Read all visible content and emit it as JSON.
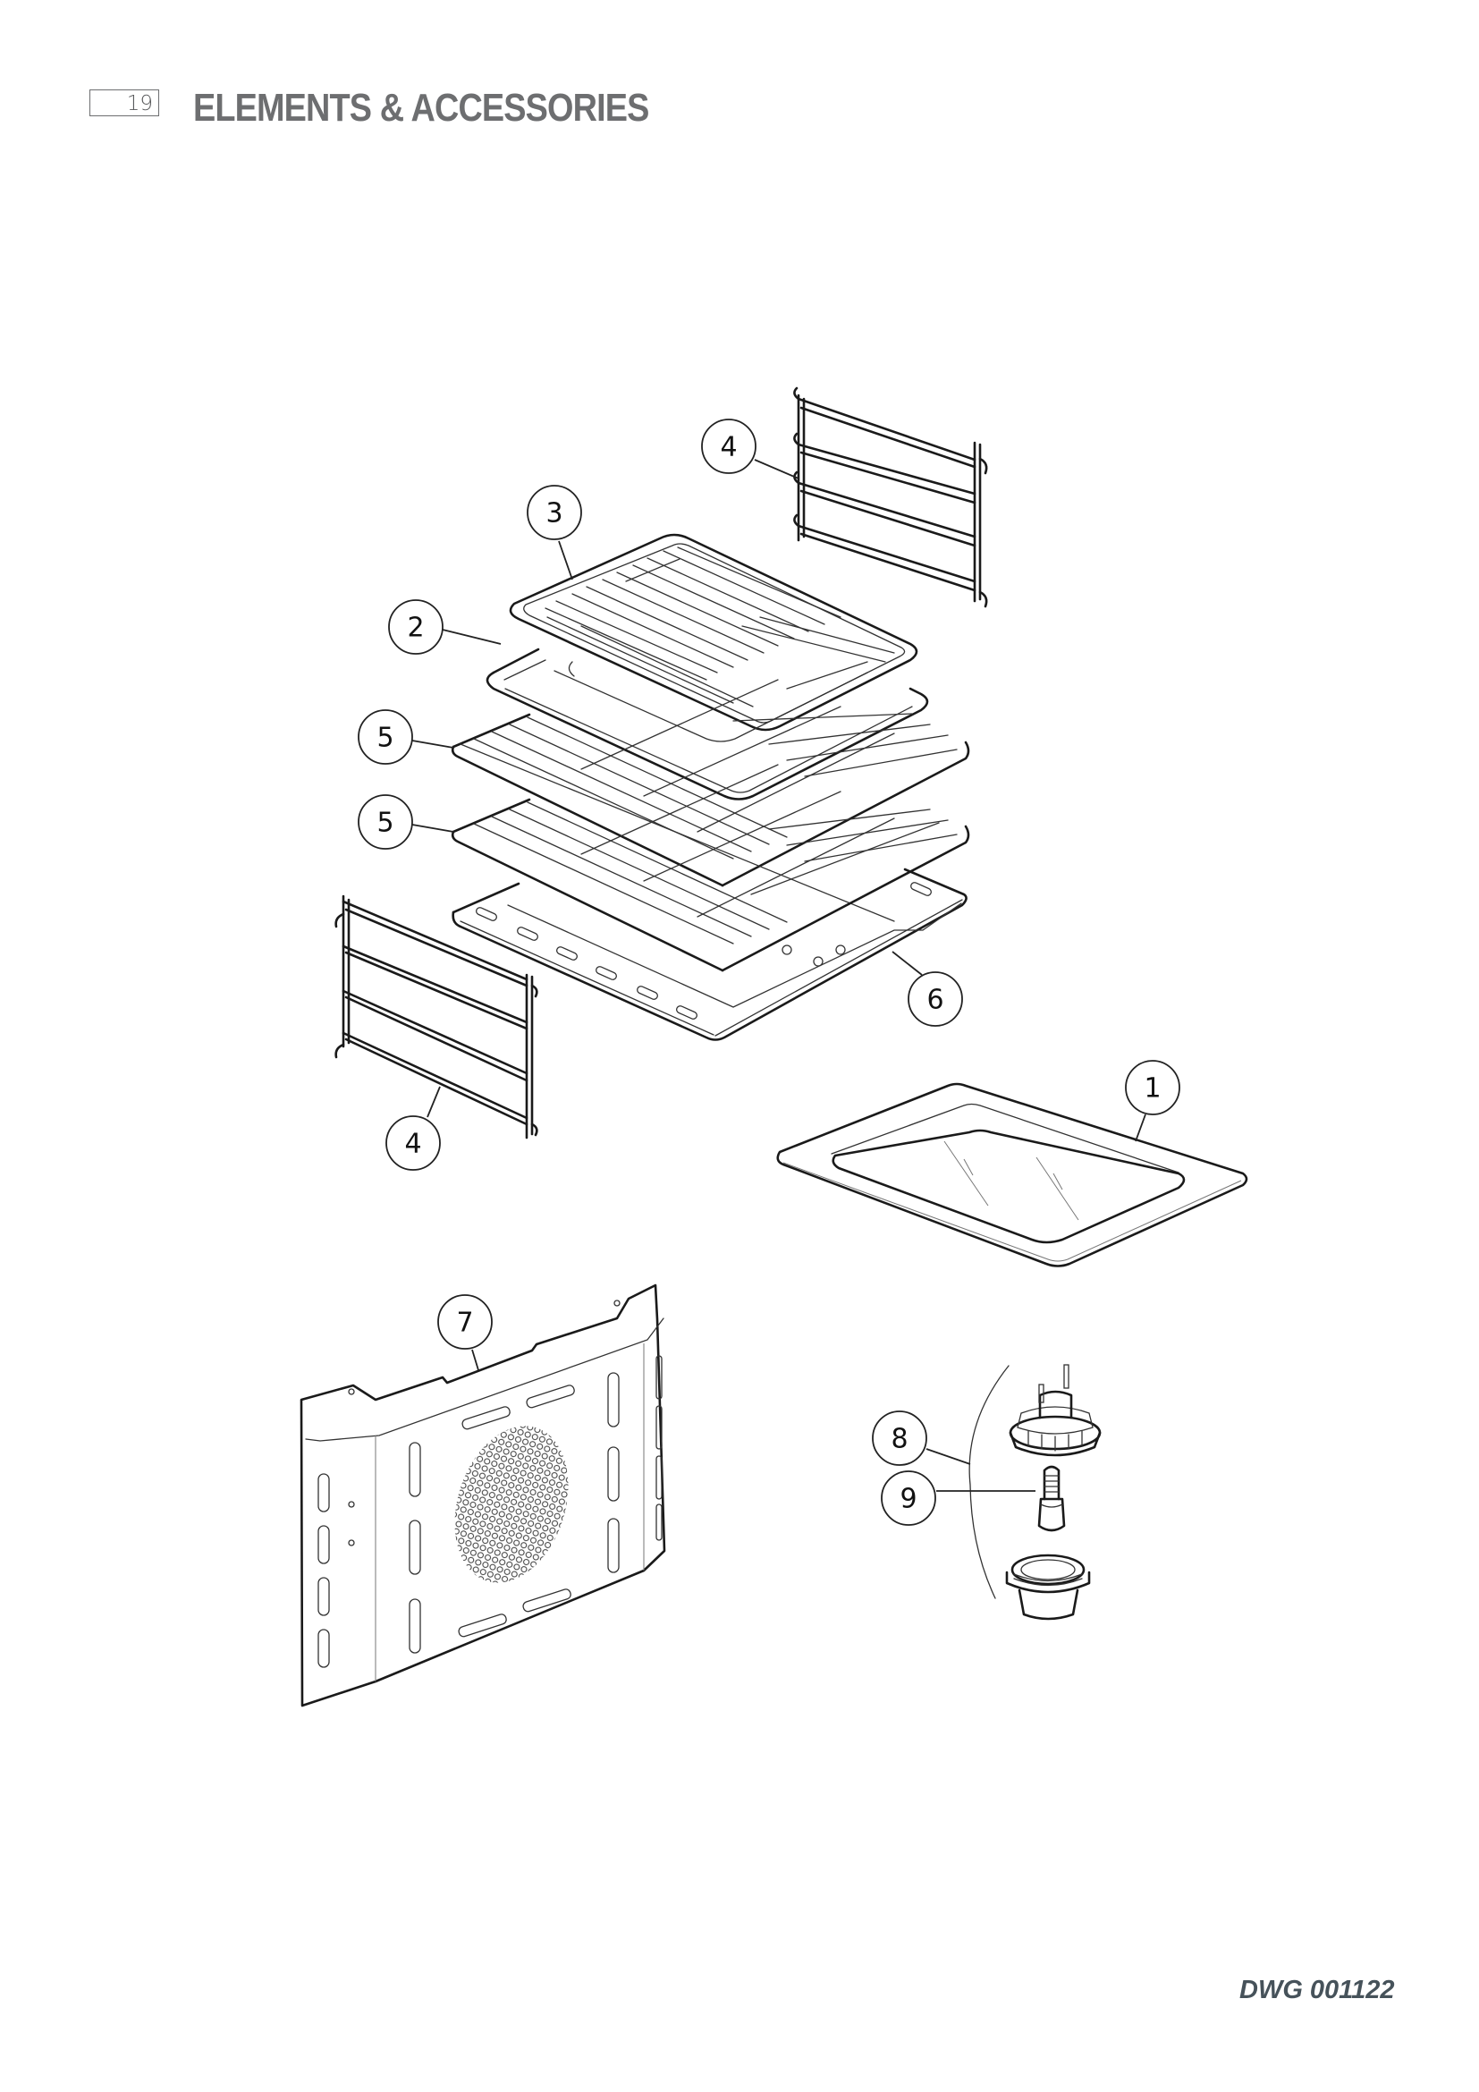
{
  "header": {
    "page_number": "19",
    "title": "ELEMENTS & ACCESSORIES"
  },
  "footer": {
    "drawing_number": "DWG 001122"
  },
  "colors": {
    "title_gray": "#6d6e70",
    "drawing_number": "#46525a",
    "line": "#1a1a1a"
  },
  "callouts": [
    {
      "label": "4",
      "part": "side-rack-right"
    },
    {
      "label": "3",
      "part": "grill-insert"
    },
    {
      "label": "2",
      "part": "grill-pan"
    },
    {
      "label": "5",
      "part": "wire-shelf-upper"
    },
    {
      "label": "5",
      "part": "wire-shelf-lower"
    },
    {
      "label": "6",
      "part": "oven-floor-tray"
    },
    {
      "label": "4",
      "part": "side-rack-left"
    },
    {
      "label": "1",
      "part": "baking-tray"
    },
    {
      "label": "7",
      "part": "fan-cover-panel"
    },
    {
      "label": "8",
      "part": "lamp-holder"
    },
    {
      "label": "9",
      "part": "lamp-bulb"
    }
  ]
}
